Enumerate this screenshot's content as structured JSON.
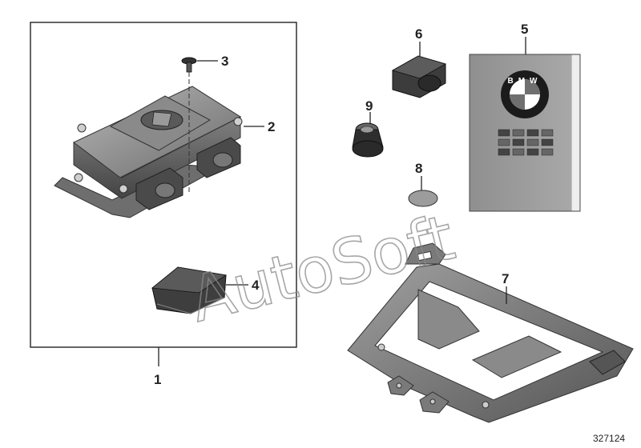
{
  "diagram": {
    "reference_number": "327124",
    "watermark_text": "AutoSoft",
    "badge_letters": "BMW",
    "callouts": [
      {
        "id": "1",
        "label": "1"
      },
      {
        "id": "2",
        "label": "2"
      },
      {
        "id": "3",
        "label": "3"
      },
      {
        "id": "4",
        "label": "4"
      },
      {
        "id": "5",
        "label": "5"
      },
      {
        "id": "6",
        "label": "6"
      },
      {
        "id": "7",
        "label": "7"
      },
      {
        "id": "8",
        "label": "8"
      },
      {
        "id": "9",
        "label": "9"
      }
    ]
  },
  "colors": {
    "part_dark": "#3a3a3a",
    "part_mid": "#7a7a7a",
    "part_light": "#b0b0b0",
    "booklet_gray": "#9a9a9a",
    "line": "#222222"
  },
  "icons": [
    "bmw-logo-icon",
    "flag-grid-icon"
  ]
}
